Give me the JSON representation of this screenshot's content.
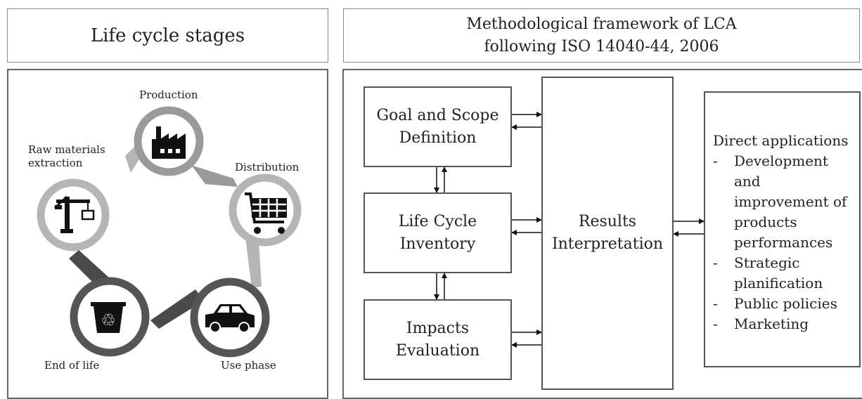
{
  "left_header": {
    "title": "Life cycle stages"
  },
  "right_header": {
    "title_line1": "Methodological framework of LCA",
    "title_line2": "following ISO 14040-44, 2006"
  },
  "cycle": {
    "production": "Production",
    "distribution": "Distribution",
    "raw_line1": "Raw materials",
    "raw_line2": "extraction",
    "end_of_life": "End of life",
    "use_phase": "Use phase"
  },
  "framework": {
    "goal_line1": "Goal and Scope",
    "goal_line2": "Definition",
    "inventory_line1": "Life Cycle",
    "inventory_line2": "Inventory",
    "impacts_line1": "Impacts",
    "impacts_line2": "Evaluation",
    "results_line1": "Results",
    "results_line2": "Interpretation"
  },
  "applications": {
    "title": "Direct applications",
    "items": [
      {
        "dash": "-",
        "line1": "Development",
        "line2": "and",
        "line3": "improvement of",
        "line4": "products",
        "line5": "performances"
      },
      {
        "dash": "-",
        "line1": "Strategic",
        "line2": "planification"
      },
      {
        "dash": "-",
        "line1": "Public policies"
      },
      {
        "dash": "-",
        "line1": "Marketing"
      }
    ]
  }
}
